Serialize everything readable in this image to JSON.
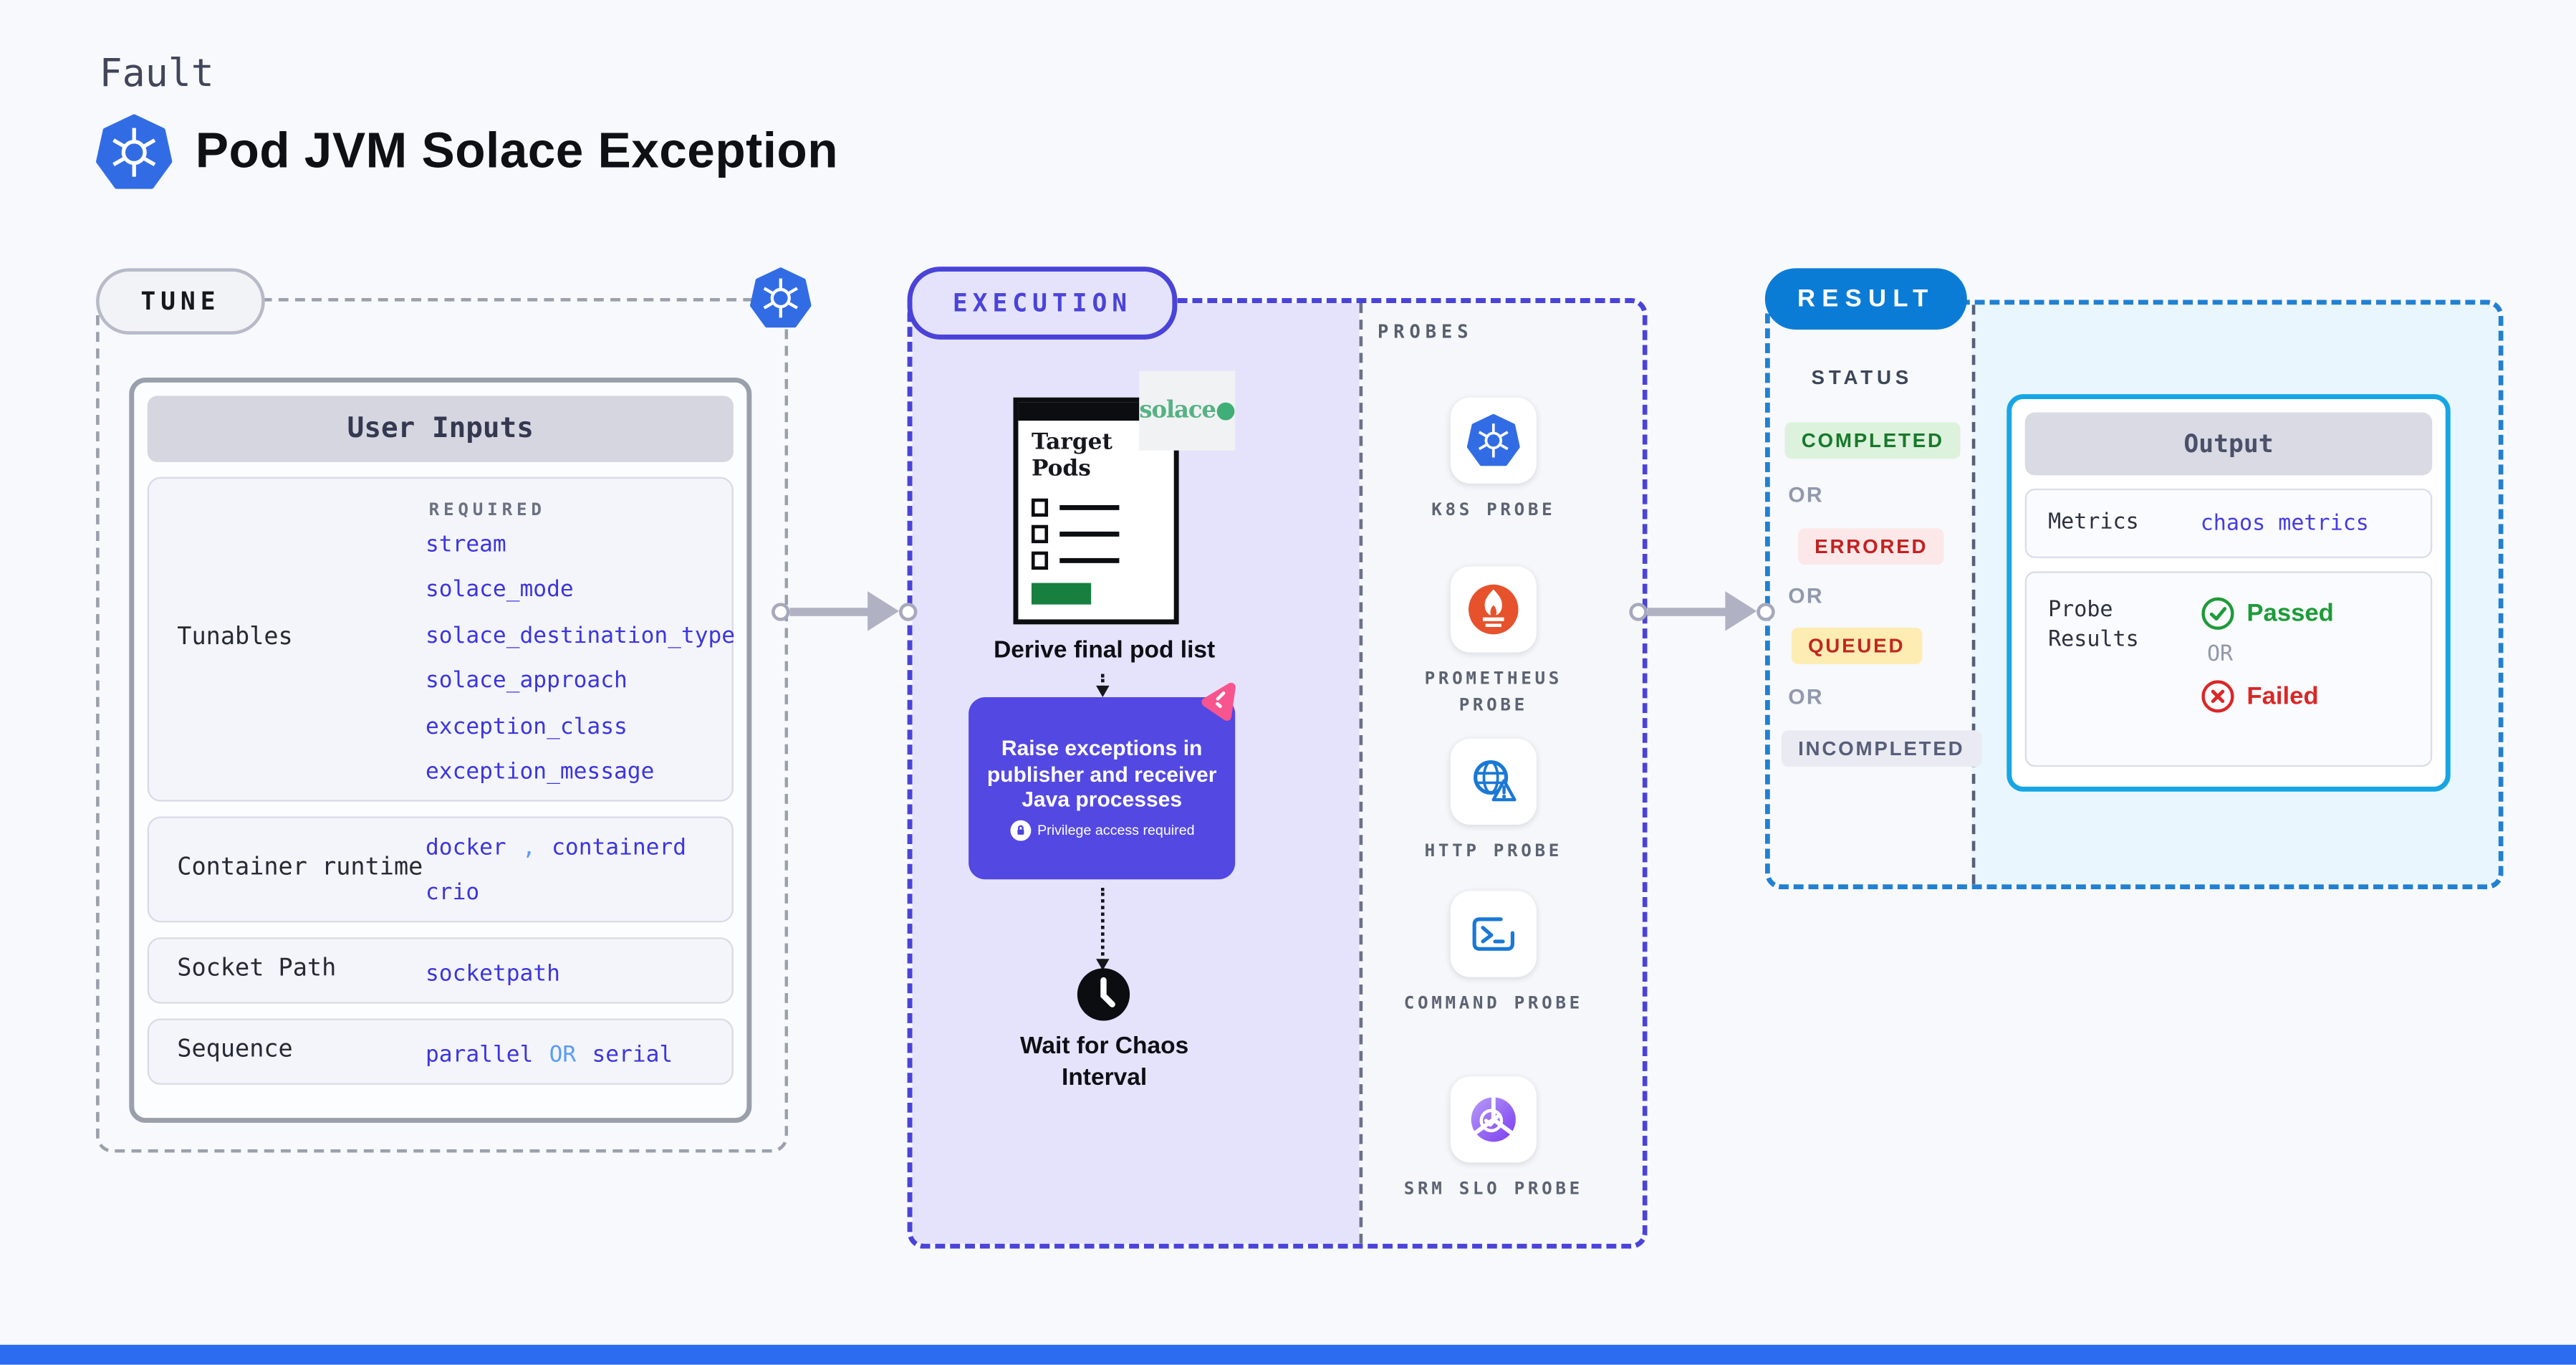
{
  "header": {
    "kind_label": "Fault",
    "title": "Pod JVM Solace Exception"
  },
  "tune": {
    "pill": "TUNE",
    "card_header": "User Inputs",
    "tunables": {
      "label": "Tunables",
      "required_label": "REQUIRED",
      "values": [
        "stream",
        "solace_mode",
        "solace_destination_type",
        "solace_approach",
        "exception_class",
        "exception_message"
      ]
    },
    "container_runtime": {
      "label": "Container runtime",
      "value_a": "docker",
      "separator": ",",
      "value_b": "containerd",
      "value_c": "crio"
    },
    "socket_path": {
      "label": "Socket Path",
      "value": "socketpath"
    },
    "sequence": {
      "label": "Sequence",
      "value_a": "parallel",
      "or": "OR",
      "value_b": "serial"
    }
  },
  "execution": {
    "pill": "EXECUTION",
    "target_pods_title": "Target Pods",
    "solace_logo": "solace",
    "solace_dot": "●",
    "derive_label": "Derive final pod list",
    "action_text": "Raise exceptions in publisher and receiver Java processes",
    "privilege_text": "Privilege access required",
    "wait_label": "Wait for Chaos Interval",
    "probes_header": "PROBES",
    "probes": [
      {
        "label": "K8S PROBE"
      },
      {
        "label": "PROMETHEUS PROBE"
      },
      {
        "label": "HTTP PROBE"
      },
      {
        "label": "COMMAND PROBE"
      },
      {
        "label": "SRM SLO PROBE"
      }
    ]
  },
  "result": {
    "pill": "RESULT",
    "status_header": "STATUS",
    "statuses": [
      {
        "label": "COMPLETED"
      },
      {
        "label": "ERRORED"
      },
      {
        "label": "QUEUED"
      },
      {
        "label": "INCOMPLETED"
      }
    ],
    "or_label": "OR",
    "output": {
      "header": "Output",
      "metrics_label": "Metrics",
      "metrics_value": "chaos metrics",
      "probe_results_label": "Probe Results",
      "passed_label": "Passed",
      "failed_label": "Failed",
      "or_label": "OR"
    }
  },
  "colors": {
    "accent_indigo": "#4a43d9",
    "action_purple": "#5348e2",
    "result_blue": "#0b7cd6",
    "output_border_cyan": "#17a6e4",
    "value_blue": "#3c35df",
    "value_light_blue": "#5a9cf8",
    "completed_green": "#18792b",
    "errored_red": "#c32121",
    "queued_yellow_bg": "#fdedb3",
    "passed_green": "#1d9b38",
    "failed_red": "#da2727",
    "kubernetes_blue": "#326ce5",
    "prometheus_orange": "#e6522c",
    "solace_green": "#56b283",
    "chaos_pink": "#f8548e"
  }
}
